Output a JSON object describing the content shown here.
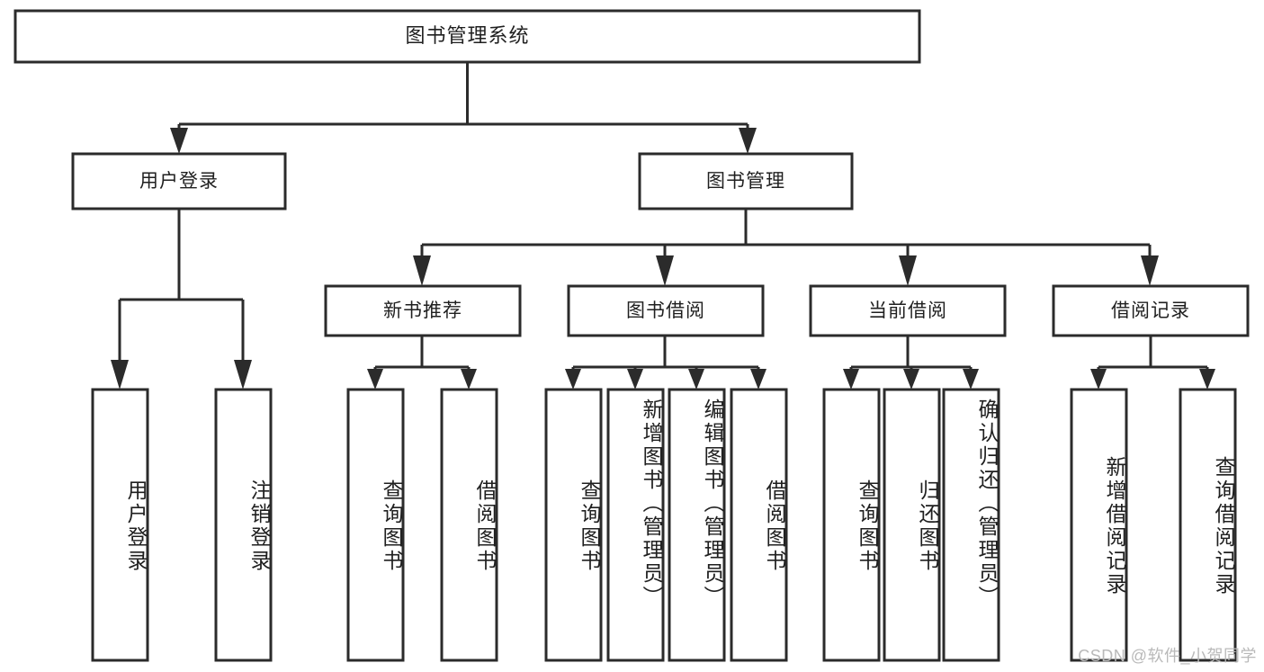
{
  "diagram": {
    "type": "tree-hierarchy-functional-decomposition",
    "title_text": "图书管理系统",
    "watermark": "CSDN @软件_小贺同学",
    "colors": {
      "stroke": "#2b2b2b",
      "fill": "#ffffff",
      "text": "#1f1f1f",
      "watermark": "#b9b9b9"
    },
    "levels": {
      "root": {
        "label": "图书管理系统"
      },
      "level2": [
        {
          "label": "用户登录"
        },
        {
          "label": "图书管理"
        }
      ],
      "level3": [
        {
          "label": "新书推荐"
        },
        {
          "label": "图书借阅"
        },
        {
          "label": "当前借阅"
        },
        {
          "label": "借阅记录"
        }
      ],
      "leaves": {
        "user_login": [
          {
            "label": "用户登录"
          },
          {
            "label": "注销登录"
          }
        ],
        "new_book_recommend": [
          {
            "label": "查询图书"
          },
          {
            "label": "借阅图书"
          }
        ],
        "book_borrow": [
          {
            "label": "查询图书"
          },
          {
            "label": "新增图书（管理员）"
          },
          {
            "label": "编辑图书（管理员）"
          },
          {
            "label": "借阅图书"
          }
        ],
        "current_borrow": [
          {
            "label": "查询图书"
          },
          {
            "label": "归还图书"
          },
          {
            "label": "确认归还（管理员）"
          }
        ],
        "borrow_record": [
          {
            "label": "新增借阅记录"
          },
          {
            "label": "查询借阅记录"
          }
        ]
      }
    }
  }
}
